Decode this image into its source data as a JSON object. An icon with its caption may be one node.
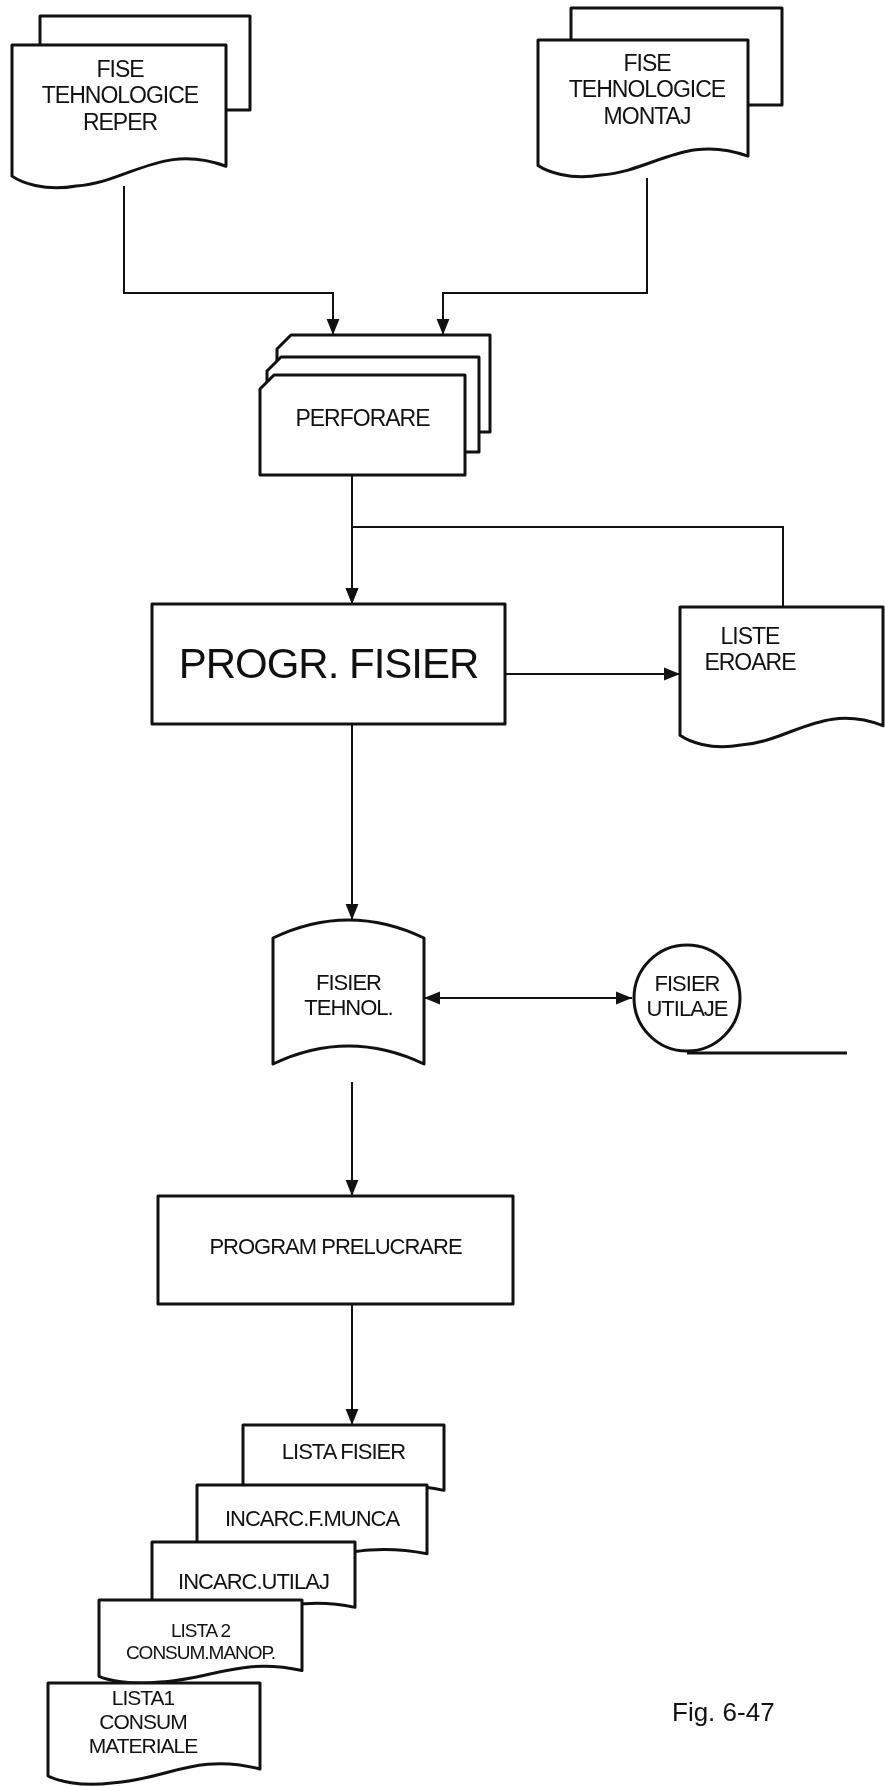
{
  "diagram": {
    "nodes": [
      {
        "text": [
          "FISE TEHNOLOGICE REPER"
        ]
      },
      {
        "text": [
          "FISE TEHNOLOGICE MONTAJ"
        ]
      },
      {
        "text": [
          "PERFORARE"
        ]
      },
      {
        "text": [
          "PROGR. FISIER"
        ]
      },
      {
        "text": [
          "LISTE EROARE"
        ]
      },
      {
        "text": [
          "FISIER TEHNOL."
        ]
      },
      {
        "text": [
          "FISIER UTILAJE"
        ]
      },
      {
        "text": [
          "PROGRAM PRELUCRARE"
        ]
      },
      {
        "text": [
          "LISTA FISIER"
        ]
      },
      {
        "text": [
          "INCARC.F.MUNCA"
        ]
      },
      {
        "text": [
          "INCARC.UTILAJ"
        ]
      },
      {
        "text": [
          "LISTA 2 CONSUM.MANOP."
        ]
      },
      {
        "text": [
          "LISTA1 CONSUM MATERIALE"
        ]
      }
    ],
    "edges": [
      {
        "from": 0,
        "to": 2,
        "arrow": "to"
      },
      {
        "from": 1,
        "to": 2,
        "arrow": "to"
      },
      {
        "from": 2,
        "to": 3,
        "arrow": "to"
      },
      {
        "from": 4,
        "to": 3,
        "arrow": "to"
      },
      {
        "from": 3,
        "to": 4,
        "arrow": "to"
      },
      {
        "from": 3,
        "to": 5,
        "arrow": "to"
      },
      {
        "from": 5,
        "to": 6,
        "arrow": "both"
      },
      {
        "from": 5,
        "to": 7,
        "arrow": "to"
      },
      {
        "from": 7,
        "to": 8,
        "arrow": "to"
      }
    ],
    "labels": [
      "Fig. 6-47"
    ]
  }
}
